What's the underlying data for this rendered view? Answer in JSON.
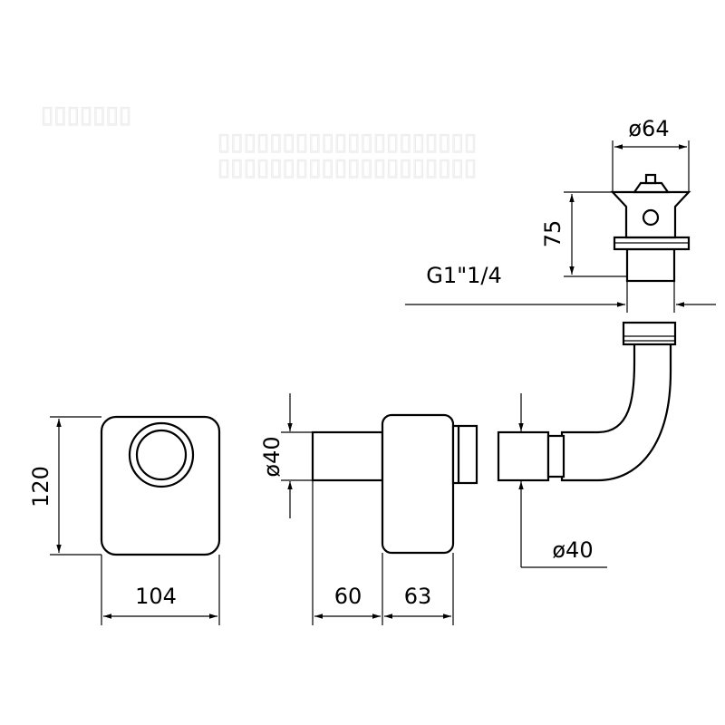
{
  "dimensions": {
    "front_height": "120",
    "front_width": "104",
    "side_diameter_left": "ø40",
    "side_length_pipe": "60",
    "side_length_body": "63",
    "outlet_diameter": "ø40",
    "valve_diameter": "ø64",
    "valve_height": "75",
    "thread_spec": "G1\"1/4"
  },
  "colors": {
    "line": "#000000",
    "background": "#ffffff"
  }
}
